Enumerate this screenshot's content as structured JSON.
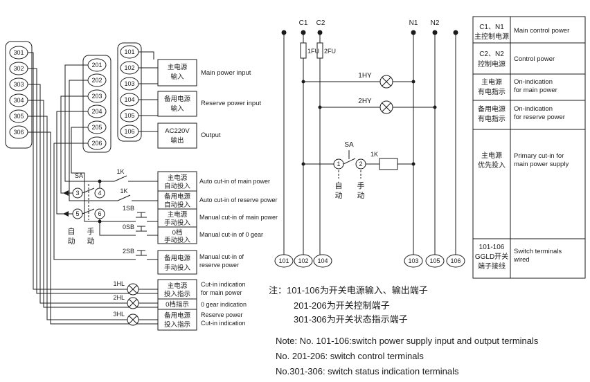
{
  "blocks": {
    "status": [
      "301",
      "302",
      "303",
      "304",
      "305",
      "306"
    ],
    "control": [
      "201",
      "202",
      "203",
      "204",
      "205",
      "206"
    ],
    "power": [
      "101",
      "102",
      "103",
      "104",
      "105",
      "106"
    ]
  },
  "io": [
    {
      "cn1": "主电源",
      "cn2": "输入",
      "en": "Main power input"
    },
    {
      "cn1": "备用电源",
      "cn2": "输入",
      "en": "Reserve power input"
    },
    {
      "cn1": "AC220V",
      "cn2": "输出",
      "en": "Output"
    }
  ],
  "ctrl": {
    "sa": "SA",
    "c3": "3",
    "c4": "4",
    "c5": "5",
    "c6": "6",
    "k1a": "1K",
    "k1b": "1K",
    "sb1": "1SB",
    "sb0": "0SB",
    "sb2": "2SB",
    "autoA": "自",
    "autoB": "动",
    "manA": "手",
    "manB": "动",
    "rows": [
      {
        "cn1": "主电源",
        "cn2": "自动投入",
        "en1": "Auto cut-in of main power"
      },
      {
        "cn1": "备用电源",
        "cn2": "自动投入",
        "en1": "Auto cut-in of reserve power"
      },
      {
        "cn1": "主电源",
        "cn2": "手动投入",
        "en1": "Manual cut-in of main power"
      },
      {
        "cn1": "0档",
        "cn2": "手动投入",
        "en1": "Manual cut-in of 0 gear"
      },
      {
        "cn1": "备用电源",
        "cn2": "手动投入",
        "en1": "Manual cut-in of",
        "en2": "reserve power"
      }
    ]
  },
  "ind": {
    "lamps": [
      "1HL",
      "2HL",
      "3HL"
    ],
    "rows": [
      {
        "cn1": "主电源",
        "cn2": "投入指示",
        "en1": "Cut-in indication",
        "en2": "for main power"
      },
      {
        "cn1": "0档指示",
        "en1": "0 gear indication"
      },
      {
        "cn1": "备用电源",
        "cn2": "投入指示",
        "en1": "Reserve power",
        "en2": "Cut-in indication"
      }
    ]
  },
  "sch": {
    "c1": "C1",
    "c2": "C2",
    "n1": "N1",
    "n2": "N2",
    "fu1": "1FU",
    "fu2": "2FU",
    "hy1": "1HY",
    "hy2": "2HY",
    "sa": "SA",
    "k": "1K",
    "p1": "1",
    "p2": "2",
    "autoA": "自",
    "autoB": "动",
    "manA": "手",
    "manB": "动",
    "bottom": [
      "101",
      "102",
      "104",
      "103",
      "105",
      "106"
    ]
  },
  "table": {
    "rows": [
      {
        "cn1": "C1、N1",
        "cn2": "主控制电源",
        "en1": "Main control power"
      },
      {
        "cn1": "C2、N2",
        "cn2": "控制电源",
        "en1": "Control power"
      },
      {
        "cn1": "主电源",
        "cn2": "有电指示",
        "en1": "On-indication",
        "en2": "for main power"
      },
      {
        "cn1": "备用电源",
        "cn2": "有电指示",
        "en1": "On-indication",
        "en2": "for reserve power"
      },
      {
        "cn1": "主电源",
        "cn2": "优先投入",
        "en1": "Primary cut-in for",
        "en2": "main power supply"
      },
      {
        "cn1": "101-106",
        "cn2": "GGLD开关",
        "cn3": "端子接线",
        "en1": "Switch terminals",
        "en2": "wired"
      }
    ]
  },
  "notes": {
    "cn1": "注：101-106为开关电源输入、输出端子",
    "cn2": "201-206为开关控制端子",
    "cn3": "301-306为开关状态指示端子",
    "en1": "Note: No. 101-106:switch power supply input and output terminals",
    "en2": "No. 201-206: switch control terminals",
    "en3": "No.301-306: switch status indication terminals"
  },
  "colors": {
    "line": "#1a1a1a",
    "background": "#ffffff"
  }
}
